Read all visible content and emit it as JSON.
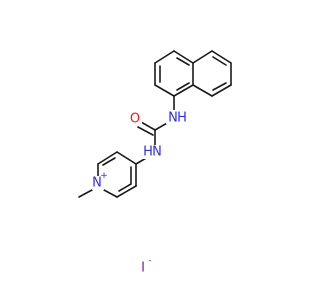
{
  "molecule": {
    "atoms": {
      "oxygen": {
        "label": "O",
        "color": "#e8211a"
      },
      "nh_top": {
        "label": "H",
        "color": "#2f2fd8"
      },
      "n_top": {
        "label": "N",
        "color": "#2f2fd8"
      },
      "nh_low": {
        "label": "H",
        "color": "#2f2fd8"
      },
      "n_low": {
        "label": "N",
        "color": "#2f2fd8"
      },
      "n_ring": {
        "label": "N",
        "color": "#2f2fd8",
        "charge": "+"
      }
    },
    "counterion": {
      "label": "I",
      "charge": "-",
      "color": "#7a1f9a"
    }
  }
}
